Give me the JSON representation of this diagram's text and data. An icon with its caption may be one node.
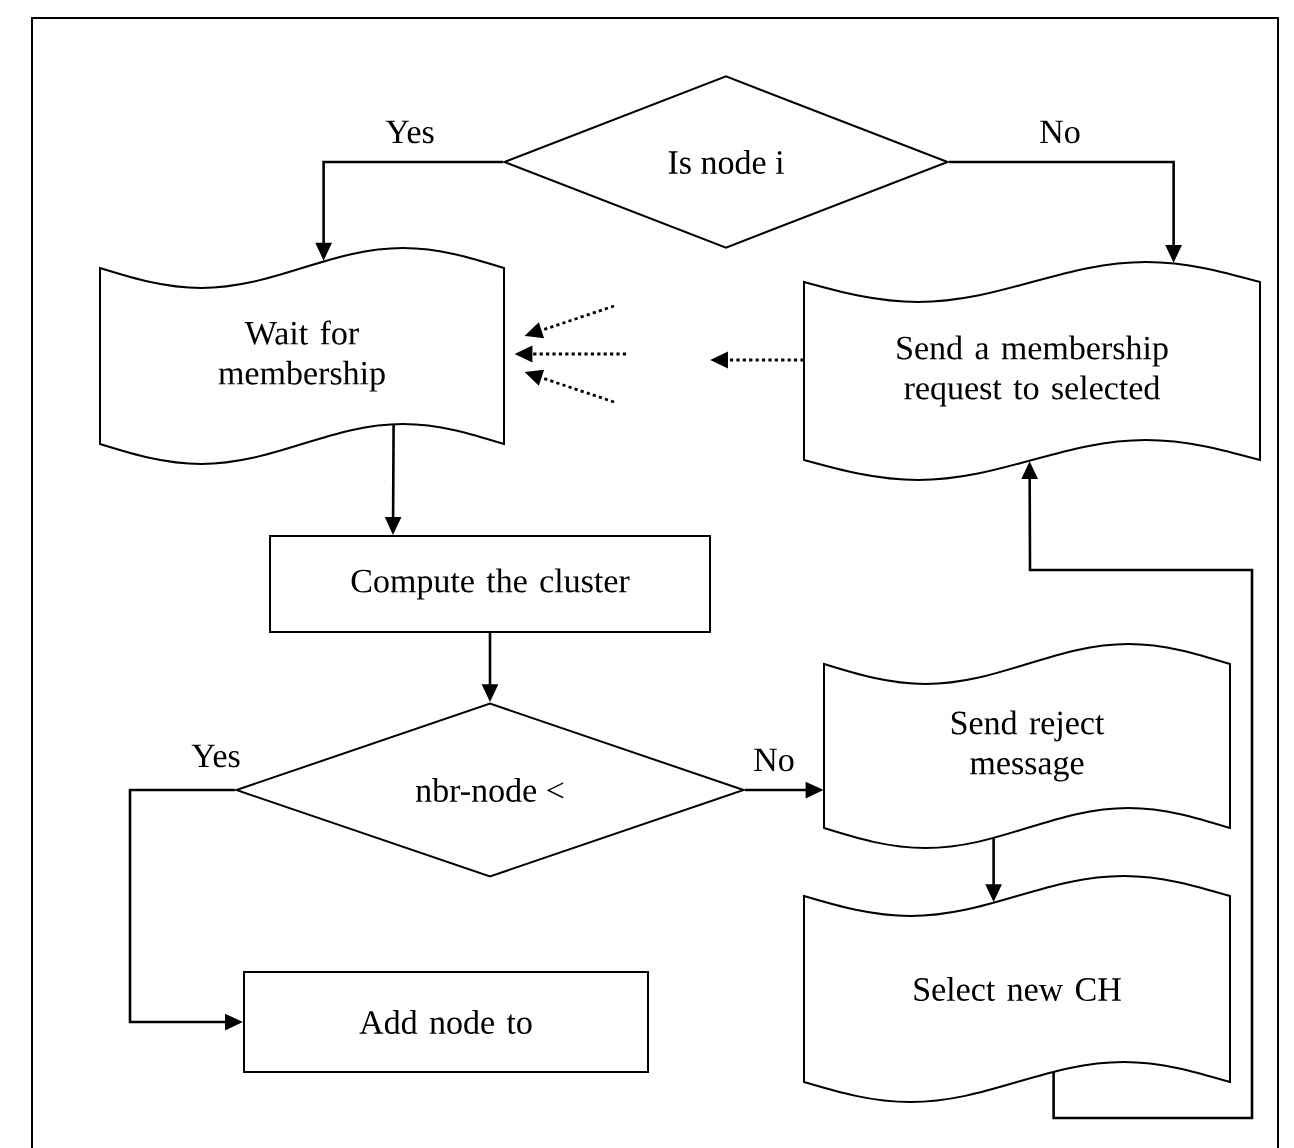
{
  "diagram": {
    "nodes": [
      {
        "text": [
          "Is node i"
        ]
      },
      {
        "text": [
          "Wait for membership"
        ]
      },
      {
        "text": [
          "Send a membership request to selected"
        ]
      },
      {
        "text": [
          "Compute the cluster"
        ]
      },
      {
        "text": [
          "nbr-node <"
        ]
      },
      {
        "text": [
          "Send reject message"
        ]
      },
      {
        "text": [
          "Select new CH"
        ]
      },
      {
        "text": [
          "Add node to"
        ]
      }
    ],
    "edges": [
      {
        "from": 0,
        "to": 1,
        "arrow": "to",
        "label": "Yes"
      },
      {
        "from": 0,
        "to": 2,
        "arrow": "to",
        "label": "No"
      },
      {
        "from": 1,
        "to": 3,
        "arrow": "to"
      },
      {
        "from": 3,
        "to": 4,
        "arrow": "to"
      },
      {
        "from": 4,
        "to": 7,
        "arrow": "to",
        "label": "Yes"
      },
      {
        "from": 4,
        "to": 5,
        "arrow": "to",
        "label": "No"
      },
      {
        "from": 5,
        "to": 6,
        "arrow": "to"
      },
      {
        "from": 6,
        "to": 2,
        "arrow": "to"
      },
      {
        "from": 2,
        "to": null,
        "arrow": "to",
        "style": "dashed"
      },
      {
        "from": null,
        "to": 1,
        "arrow": "to",
        "style": "dashed"
      },
      {
        "from": null,
        "to": 1,
        "arrow": "to",
        "style": "dashed"
      },
      {
        "from": null,
        "to": 1,
        "arrow": "to",
        "style": "dashed"
      }
    ]
  }
}
